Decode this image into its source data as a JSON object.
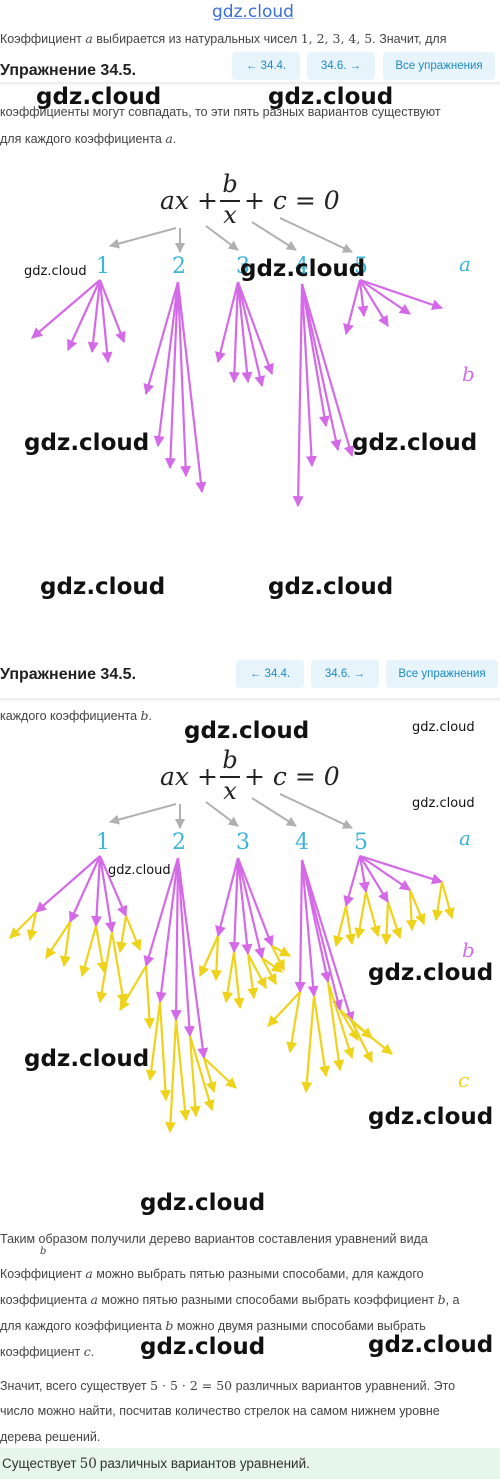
{
  "brand": {
    "top_link": "gdz.cloud",
    "watermark": "gdz.cloud"
  },
  "text": {
    "intro_line": {
      "before": "Коэффициент ",
      "var": "a",
      "middle": " выбирается из натуральных чисел ",
      "nums": "1,  2,  3,  4,  5",
      "after": ". Значит, для"
    },
    "coef_line": "коэффициенты могут совпадать, то эти пять разных вариантов существуют",
    "for_each_a": {
      "text": "для каждого коэффициента ",
      "var": "a",
      "end": "."
    },
    "for_each_b": {
      "text": "каждого коэффициента ",
      "var": "b",
      "end": "."
    },
    "tree_intro": "Таким образом получили дерево вариантов составления уравнений вида",
    "tree_intro_frag": "b",
    "p1": {
      "t1": "Коэффициент ",
      "v1": "a",
      "t2": " можно выбрать пятью разными способами, для каждого"
    },
    "p2": {
      "t1": "коэффициента ",
      "v1": "a",
      "t2": " можно пятью разными способами выбрать коэффициент ",
      "v2": "b",
      "t3": ", а"
    },
    "p3": {
      "t1": "для каждого коэффициента ",
      "v1": "b",
      "t2": " можно двумя разными способами выбрать"
    },
    "p4": {
      "t1": "коэффициент ",
      "v1": "c",
      "t2": "."
    },
    "p5": {
      "t1": "Значит, всего существует ",
      "m": "5 · 5 · 2 = 50",
      "t2": " различных вариантов уравнений. Это"
    },
    "p6": "число можно найти, посчитав количество стрелок на самом нижнем уровне",
    "p7": "дерева решений.",
    "answer": {
      "t1": "Существует ",
      "m": "50",
      "t2": " различных вариантов уравнений."
    }
  },
  "header": {
    "title": "Упражнение 34.5.",
    "prev_label": "←  34.4.",
    "next_label": "34.6.  →",
    "all_label": "Все упражнения"
  },
  "equation": {
    "left": "ax +",
    "num": "b",
    "den": "x",
    "right": "+ c = 0"
  },
  "tree": {
    "levels": [
      "1",
      "2",
      "3",
      "4",
      "5"
    ],
    "side_labels": {
      "a": "a",
      "b": "b",
      "c": "c"
    }
  },
  "colors": {
    "accent_blue": "#3db4d8",
    "branch_gray": "#b0b0b0",
    "branch_purple": "#d46ae8",
    "branch_yellow": "#efd21a",
    "answer_bg": "#e6f6ea",
    "nav_bg": "#e7f4fb",
    "nav_text": "#1f8ac4"
  }
}
